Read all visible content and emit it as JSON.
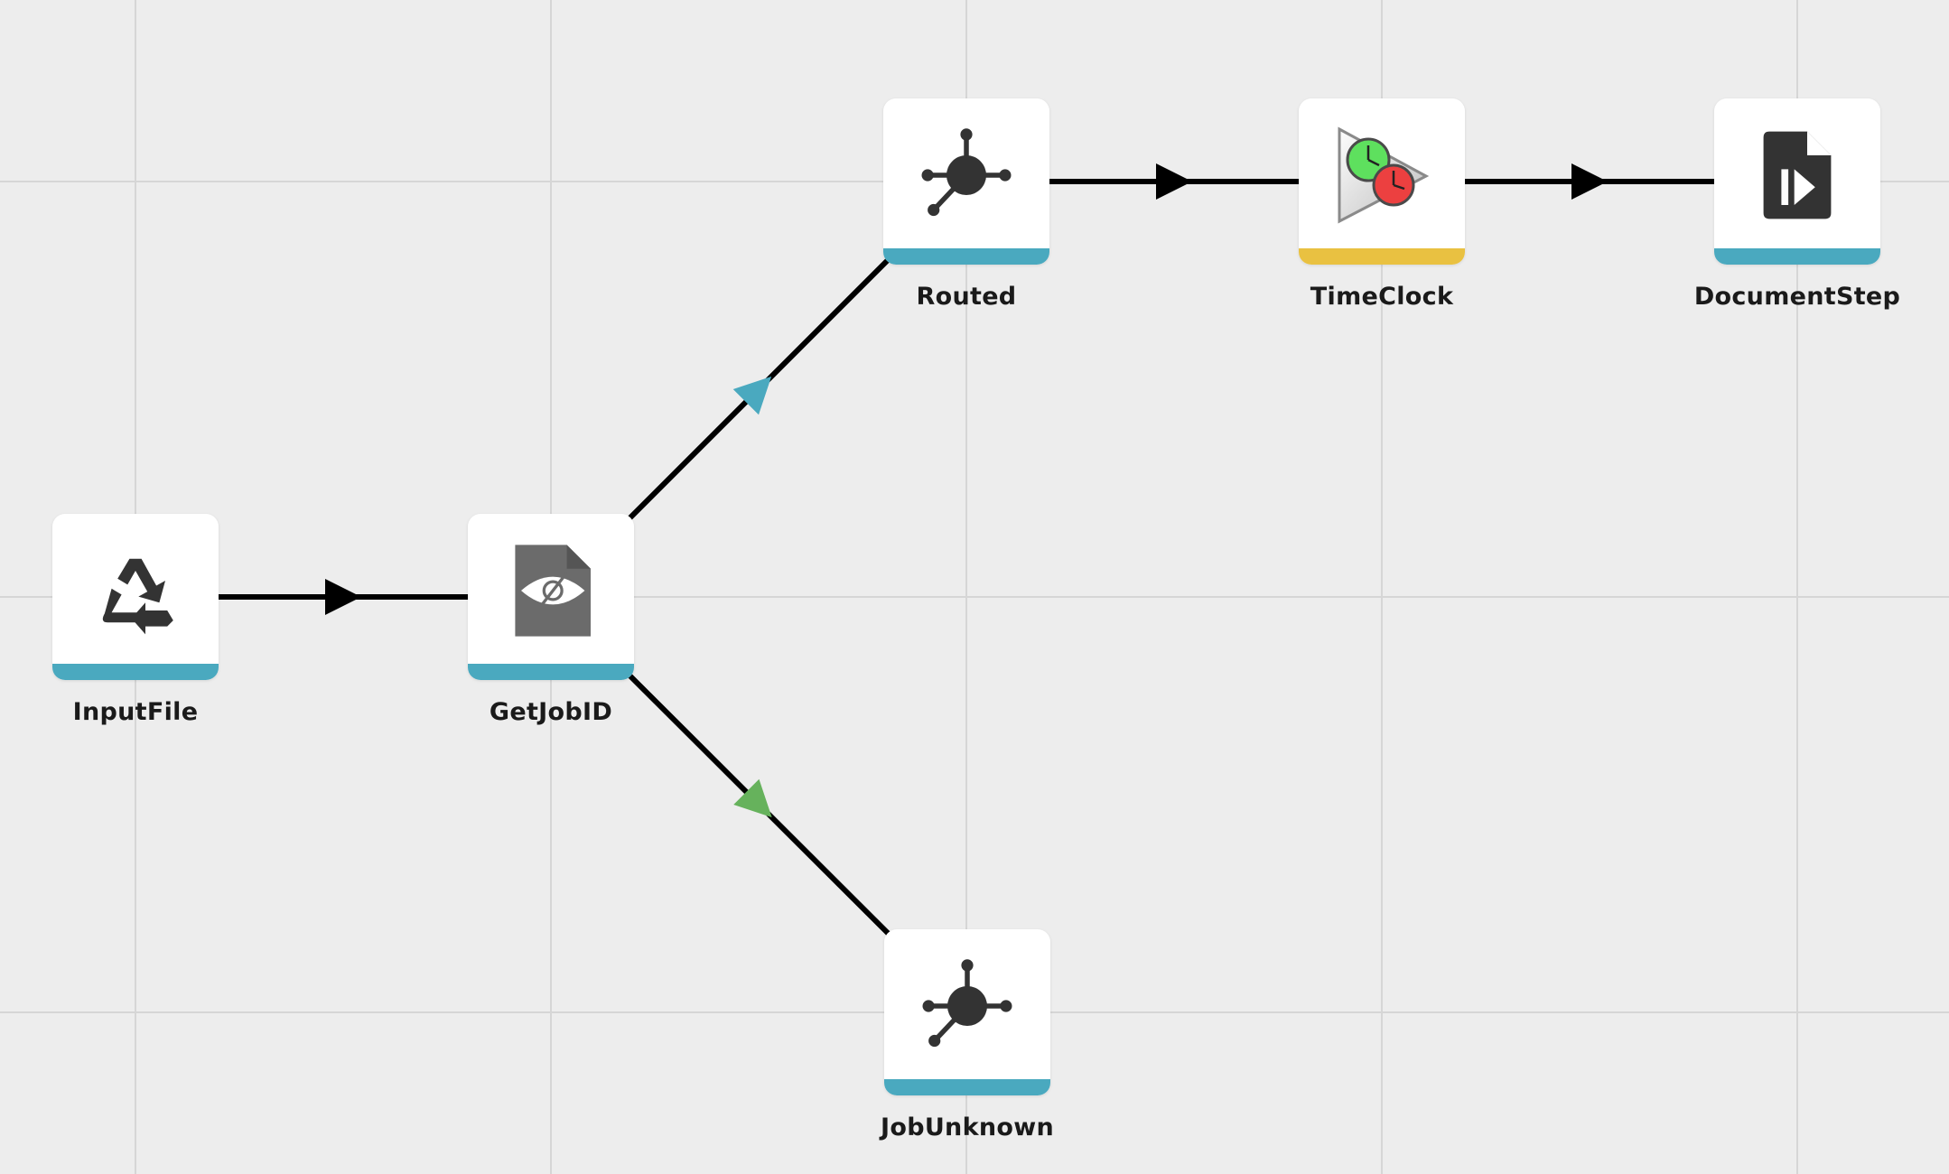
{
  "colors": {
    "background": "#ededed",
    "grid": "#d6d6d6",
    "edge": "#000000",
    "status_blue": "#4aa9bf",
    "status_yellow": "#e9c141",
    "arrow_blue": "#4aa9bf",
    "arrow_green": "#66b25c",
    "arrow_black": "#000000"
  },
  "nodes": [
    {
      "id": "inputfile",
      "label": "InputFile",
      "icon": "recycle-icon",
      "status_color": "#4aa9bf"
    },
    {
      "id": "getjobid",
      "label": "GetJobID",
      "icon": "document-eye-icon",
      "status_color": "#4aa9bf"
    },
    {
      "id": "routed",
      "label": "Routed",
      "icon": "hub-icon",
      "status_color": "#4aa9bf"
    },
    {
      "id": "timeclock",
      "label": "TimeClock",
      "icon": "timeclock-icon",
      "status_color": "#e9c141"
    },
    {
      "id": "documentstep",
      "label": "DocumentStep",
      "icon": "document-play-icon",
      "status_color": "#4aa9bf"
    },
    {
      "id": "jobunknown",
      "label": "JobUnknown",
      "icon": "hub-icon",
      "status_color": "#4aa9bf"
    }
  ],
  "edges": [
    {
      "from": "inputfile",
      "to": "getjobid",
      "arrow_color": "#000000"
    },
    {
      "from": "getjobid",
      "to": "routed",
      "arrow_color": "#4aa9bf"
    },
    {
      "from": "getjobid",
      "to": "jobunknown",
      "arrow_color": "#66b25c"
    },
    {
      "from": "routed",
      "to": "timeclock",
      "arrow_color": "#000000"
    },
    {
      "from": "timeclock",
      "to": "documentstep",
      "arrow_color": "#000000"
    }
  ]
}
